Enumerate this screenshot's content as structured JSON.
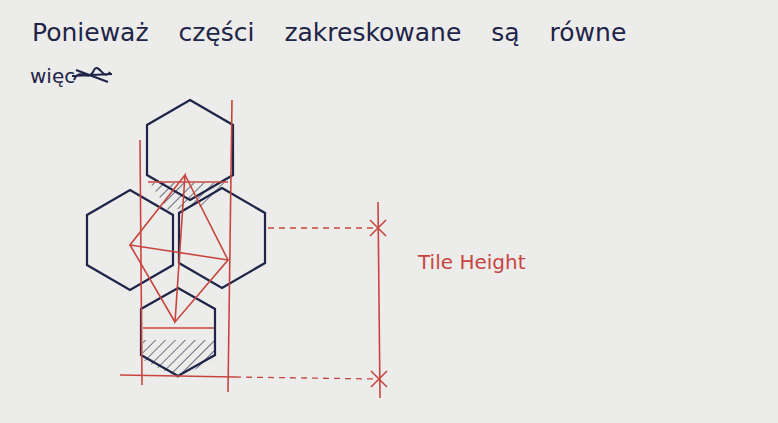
{
  "diagram": {
    "labels": [
      "Ponieważ części zakreskowane są równe",
      "więc",
      "Tile Height"
    ]
  }
}
